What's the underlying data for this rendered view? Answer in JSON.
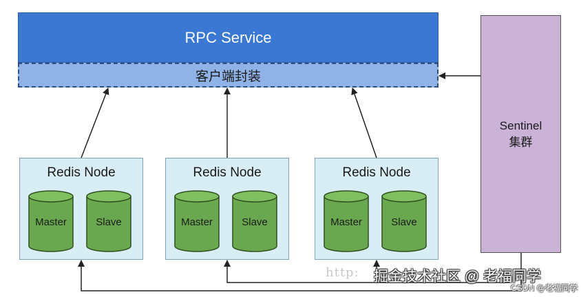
{
  "rpc": {
    "service_label": "RPC Service",
    "client_wrapper_label": "客户端封装"
  },
  "sentinel": {
    "name": "Sentinel",
    "cluster_label": "集群"
  },
  "redis_nodes": [
    {
      "title": "Redis Node",
      "master": "Master",
      "slave": "Slave"
    },
    {
      "title": "Redis Node",
      "master": "Master",
      "slave": "Slave"
    },
    {
      "title": "Redis Node",
      "master": "Master",
      "slave": "Slave"
    }
  ],
  "watermarks": {
    "url": "http:",
    "juejin": "掘金技术社区 @ 老福同学",
    "csdn": "CSDN @老福同学"
  },
  "colors": {
    "rpc_service_fill": "#3a78d4",
    "client_wrapper_fill": "#8fb3e6",
    "sentinel_fill": "#cbb3d8",
    "redis_node_fill": "#d9eef4",
    "cylinder_fill": "#6aa84f"
  }
}
